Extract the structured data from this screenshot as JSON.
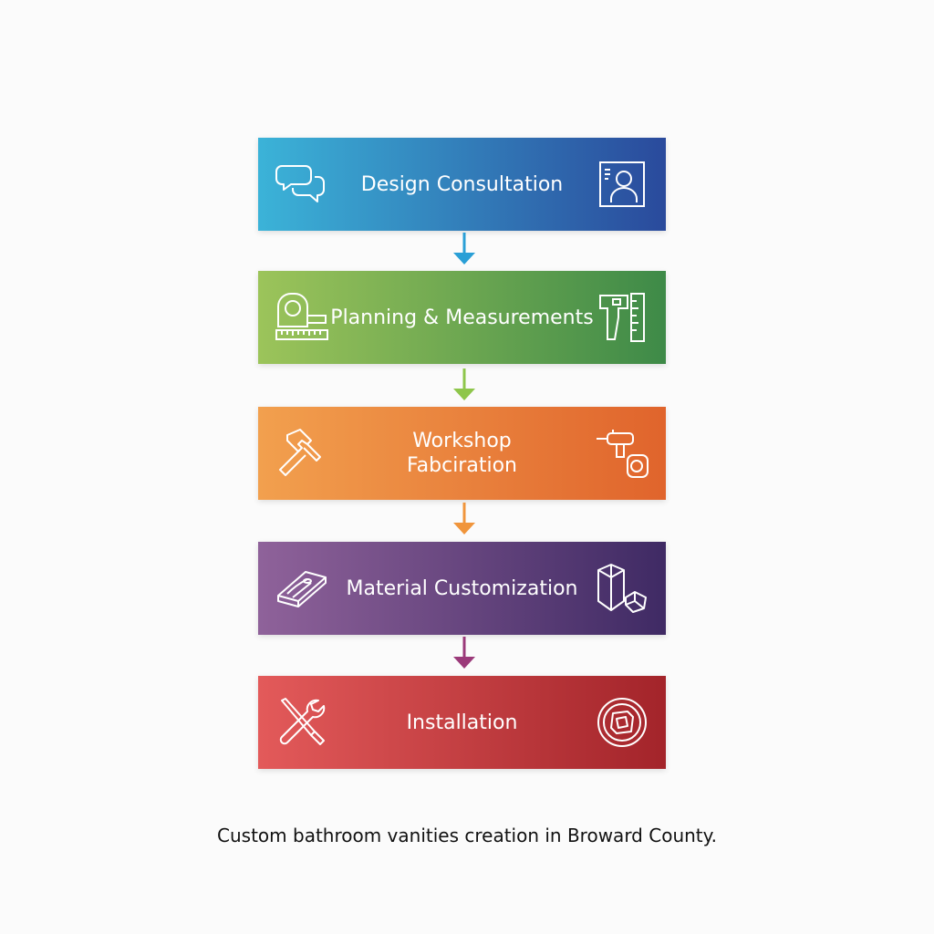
{
  "steps": [
    {
      "label": "Design Consultation",
      "left_icon": "chat-bubbles-icon",
      "right_icon": "user-profile-icon",
      "gradient": [
        "#3bb3d8",
        "#2a4a9c"
      ],
      "arrow_color": "#2a9fd6"
    },
    {
      "label": "Planning & Measurements",
      "left_icon": "tape-measure-icon",
      "right_icon": "caliper-ruler-icon",
      "gradient": [
        "#9cc45a",
        "#3e8a48"
      ],
      "arrow_color": "#8ec64b"
    },
    {
      "label": "Workshop\nFabciration",
      "left_icon": "hammer-icon",
      "right_icon": "drill-tape-icon",
      "gradient": [
        "#f2a04e",
        "#e0642c"
      ],
      "arrow_color": "#f0953c"
    },
    {
      "label": "Material Customization",
      "left_icon": "wood-plank-icon",
      "right_icon": "crystal-icon",
      "gradient": [
        "#8f629a",
        "#3f2a64"
      ],
      "arrow_color": "#9b3a7a"
    },
    {
      "label": "Installation",
      "left_icon": "wrench-screwdriver-icon",
      "right_icon": "target-badge-icon",
      "gradient": [
        "#e35a5a",
        "#a3242a"
      ],
      "arrow_color": null
    }
  ],
  "caption": "Custom bathroom vanities creation in Broward County."
}
